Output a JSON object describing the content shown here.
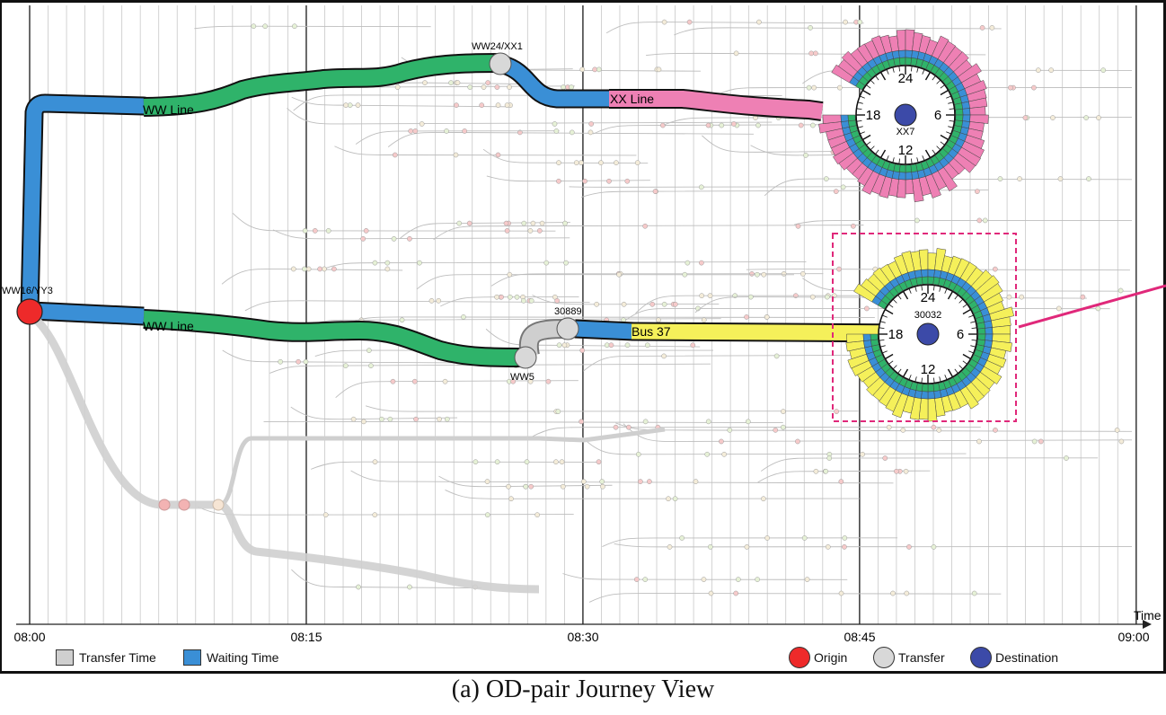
{
  "caption": "(a) OD-pair Journey View",
  "axis": {
    "ticks": [
      "08:00",
      "08:15",
      "08:30",
      "08:45",
      "09:00"
    ],
    "time_label": "Time"
  },
  "stations": {
    "origin": "WW16/YY3",
    "transfer_top": "WW24/XX1",
    "dest_top": "XX7",
    "transfer_bottom_a": "WW5",
    "transfer_bottom_b": "30889",
    "dest_bottom": "30032"
  },
  "lines": {
    "ww_top": "WW Line",
    "xx": "XX Line",
    "ww_bottom": "WW Line",
    "bus": "Bus 37"
  },
  "clock": {
    "labels": [
      "24",
      "6",
      "12",
      "18"
    ]
  },
  "legend": {
    "transfer_time": "Transfer Time",
    "waiting_time": "Waiting Time",
    "origin": "Origin",
    "transfer": "Transfer",
    "destination": "Destination"
  },
  "colors": {
    "waiting": "#3a8fd6",
    "ww_line": "#2fb36a",
    "xx_line": "#ee80b4",
    "bus_line": "#f5f05a",
    "transfer": "#cfcfcf",
    "origin": "#ee2a2a",
    "destination": "#3c4aa8",
    "highlight": "#e0287a"
  }
}
